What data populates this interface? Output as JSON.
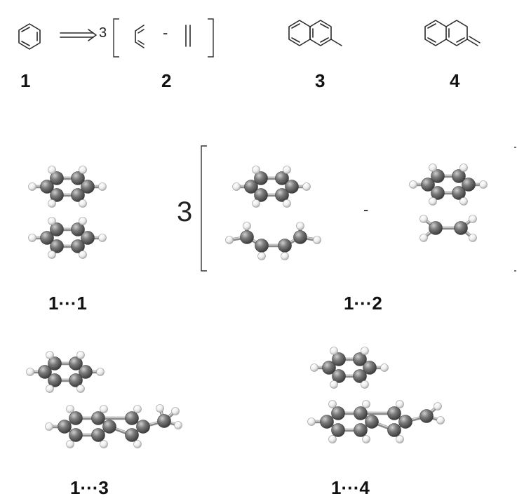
{
  "labels": {
    "benzene": "1",
    "fragments": "2",
    "methylnaphthalene": "3",
    "methylene": "4",
    "dimer_11": "1···1",
    "dimer_12": "1···2",
    "dimer_13": "1···3",
    "dimer_14": "1···4"
  },
  "scheme": {
    "arrow_coefficient": "3",
    "fragment_minus": "-",
    "complex_coefficient": "3",
    "complex_minus": "-"
  },
  "atom_colors": {
    "carbon": "#7a7a7a",
    "hydrogen": "#f2f2f2",
    "bond": "#8a8a8a"
  }
}
